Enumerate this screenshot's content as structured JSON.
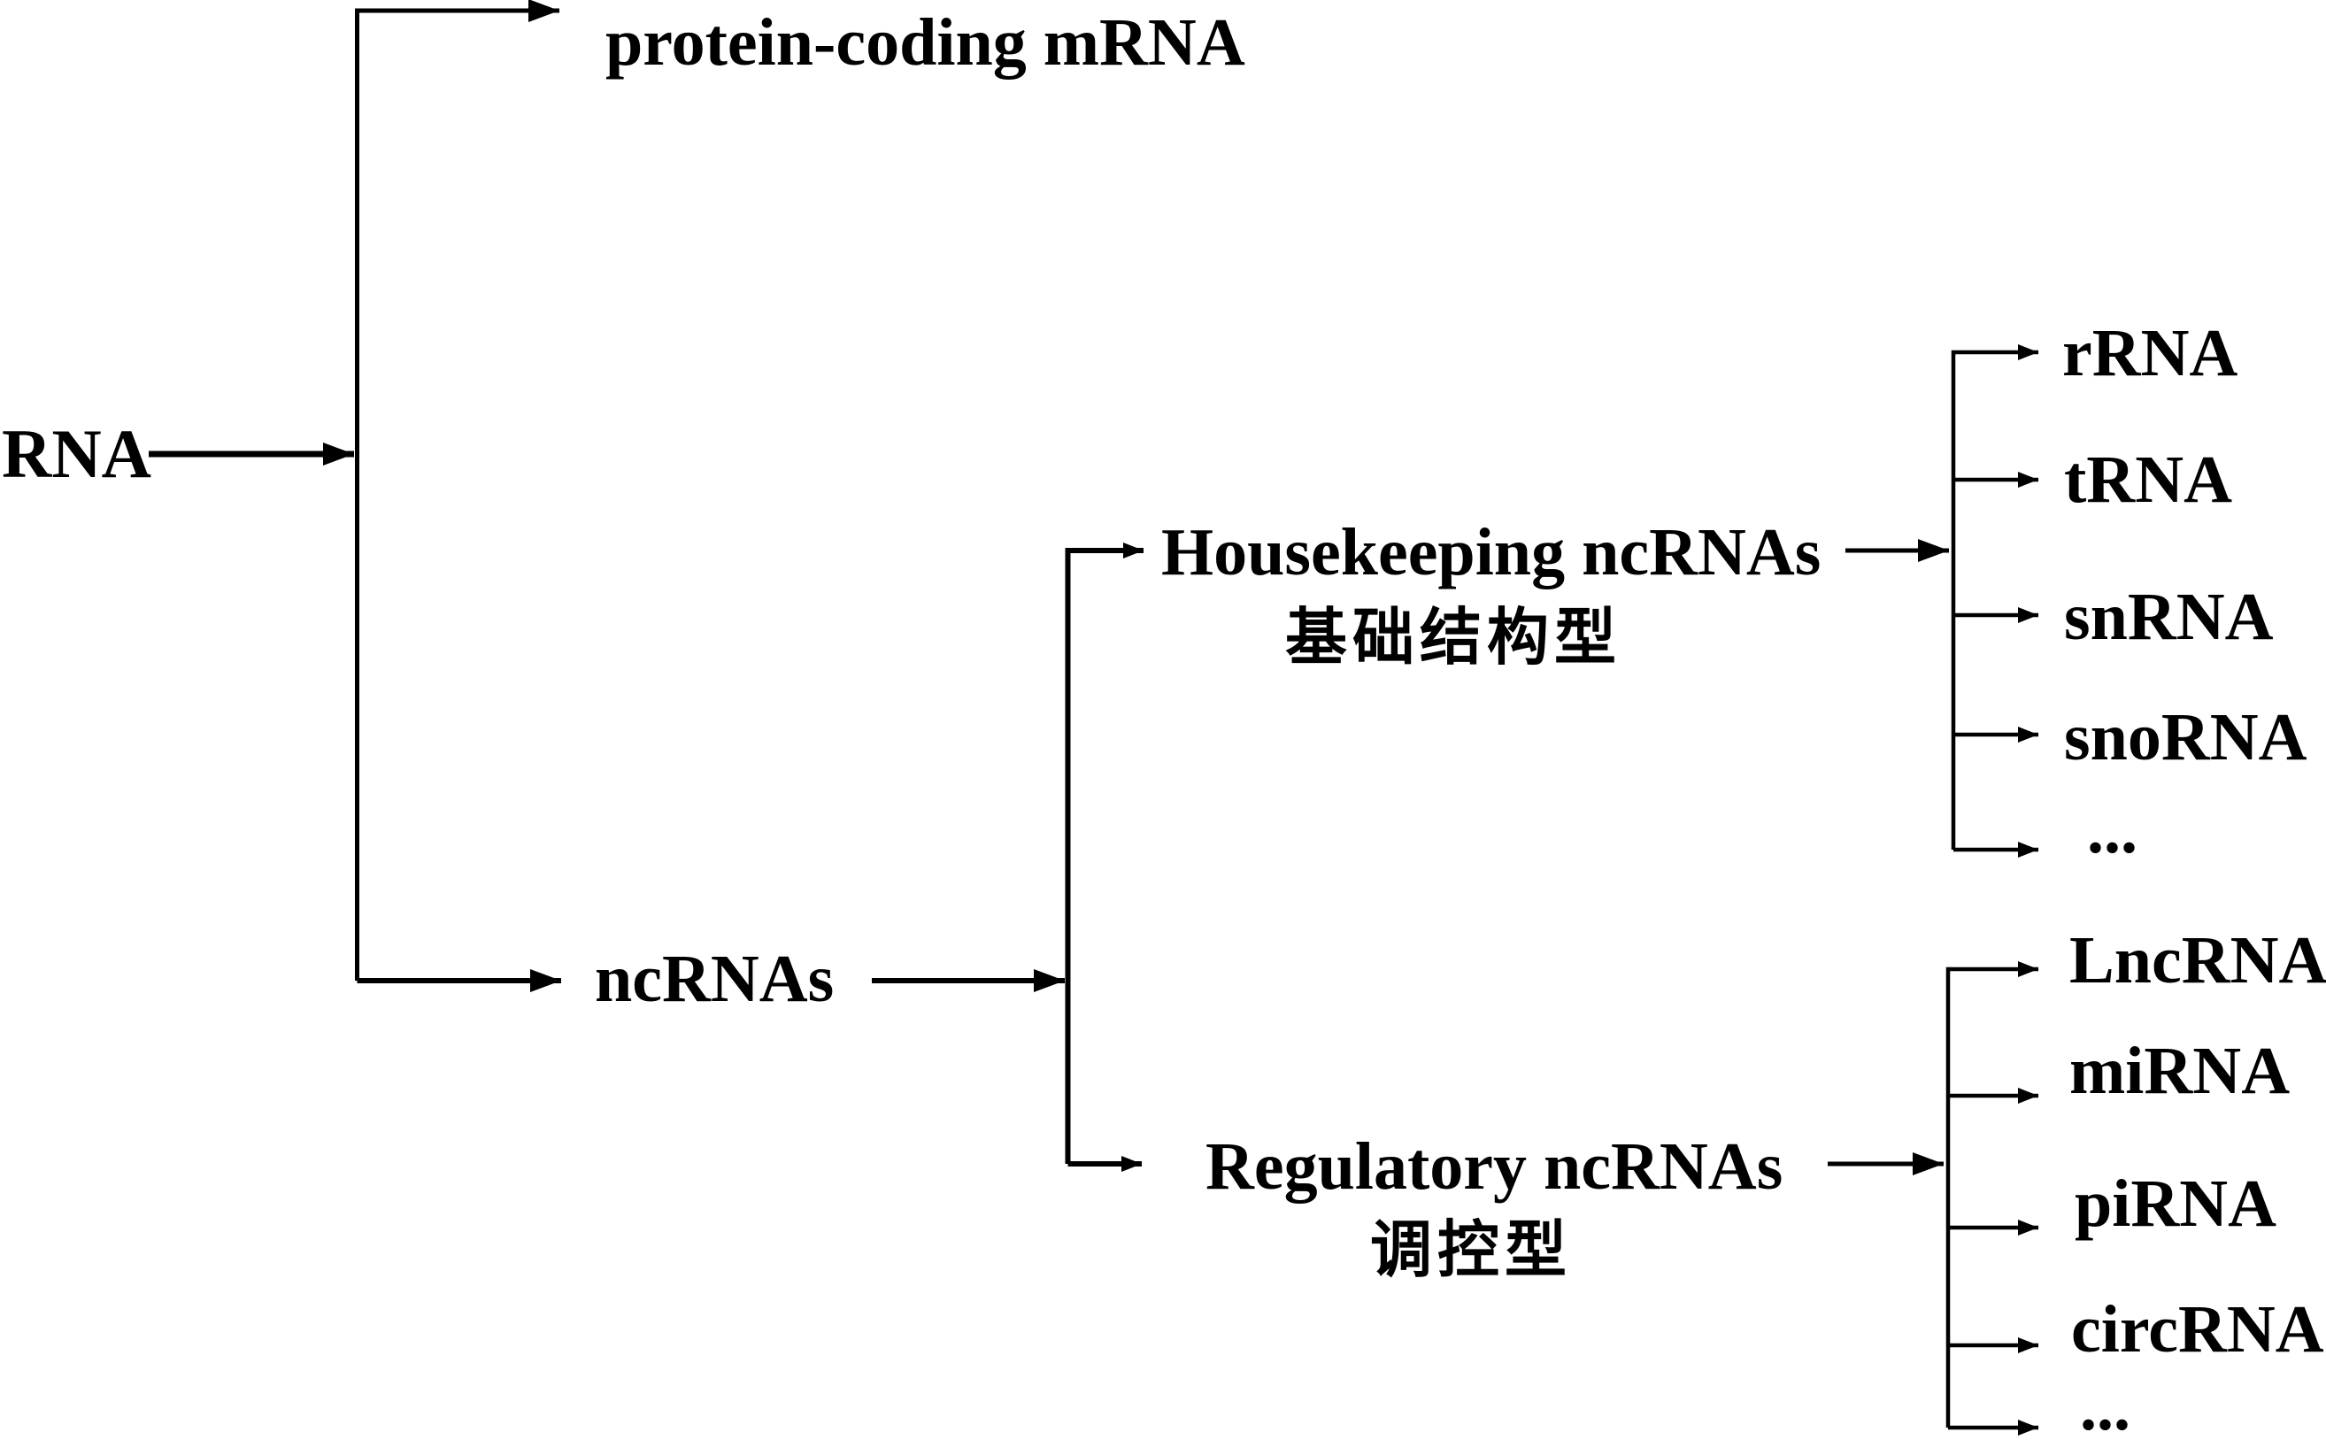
{
  "diagram": {
    "type": "classification-tree",
    "background_color": "#ffffff",
    "line_color": "#000000",
    "text_color": "#000000"
  },
  "nodes": [
    {
      "id": "rna",
      "label": "RNA"
    },
    {
      "id": "protein-coding-mrna",
      "label": "protein-coding mRNA"
    },
    {
      "id": "ncrnas",
      "label": "ncRNAs"
    },
    {
      "id": "housekeeping-ncrnas",
      "label": "Housekeeping ncRNAs"
    },
    {
      "id": "housekeeping-subtitle",
      "label": "基础结构型"
    },
    {
      "id": "regulatory-ncrnas",
      "label": "Regulatory ncRNAs"
    },
    {
      "id": "regulatory-subtitle",
      "label": "调控型"
    },
    {
      "id": "rrna",
      "label": "rRNA"
    },
    {
      "id": "trna",
      "label": "tRNA"
    },
    {
      "id": "snrna",
      "label": "snRNA"
    },
    {
      "id": "snorna",
      "label": "snoRNA"
    },
    {
      "id": "ellipsis-upper",
      "label": "..."
    },
    {
      "id": "lncrna",
      "label": "LncRNA"
    },
    {
      "id": "mirna",
      "label": "miRNA"
    },
    {
      "id": "pirna",
      "label": "piRNA"
    },
    {
      "id": "circrna",
      "label": "circRNA"
    },
    {
      "id": "ellipsis-lower",
      "label": "..."
    }
  ],
  "hierarchy": {
    "root": "RNA",
    "children": [
      {
        "label": "protein-coding mRNA"
      },
      {
        "label": "ncRNAs",
        "children": [
          {
            "label": "Housekeeping ncRNAs",
            "subtitle_zh": "基础结构型",
            "children": [
              "rRNA",
              "tRNA",
              "snRNA",
              "snoRNA",
              "..."
            ]
          },
          {
            "label": "Regulatory ncRNAs",
            "subtitle_zh": "调控型",
            "children": [
              "LncRNA",
              "miRNA",
              "piRNA",
              "circRNA",
              "..."
            ]
          }
        ]
      }
    ]
  }
}
